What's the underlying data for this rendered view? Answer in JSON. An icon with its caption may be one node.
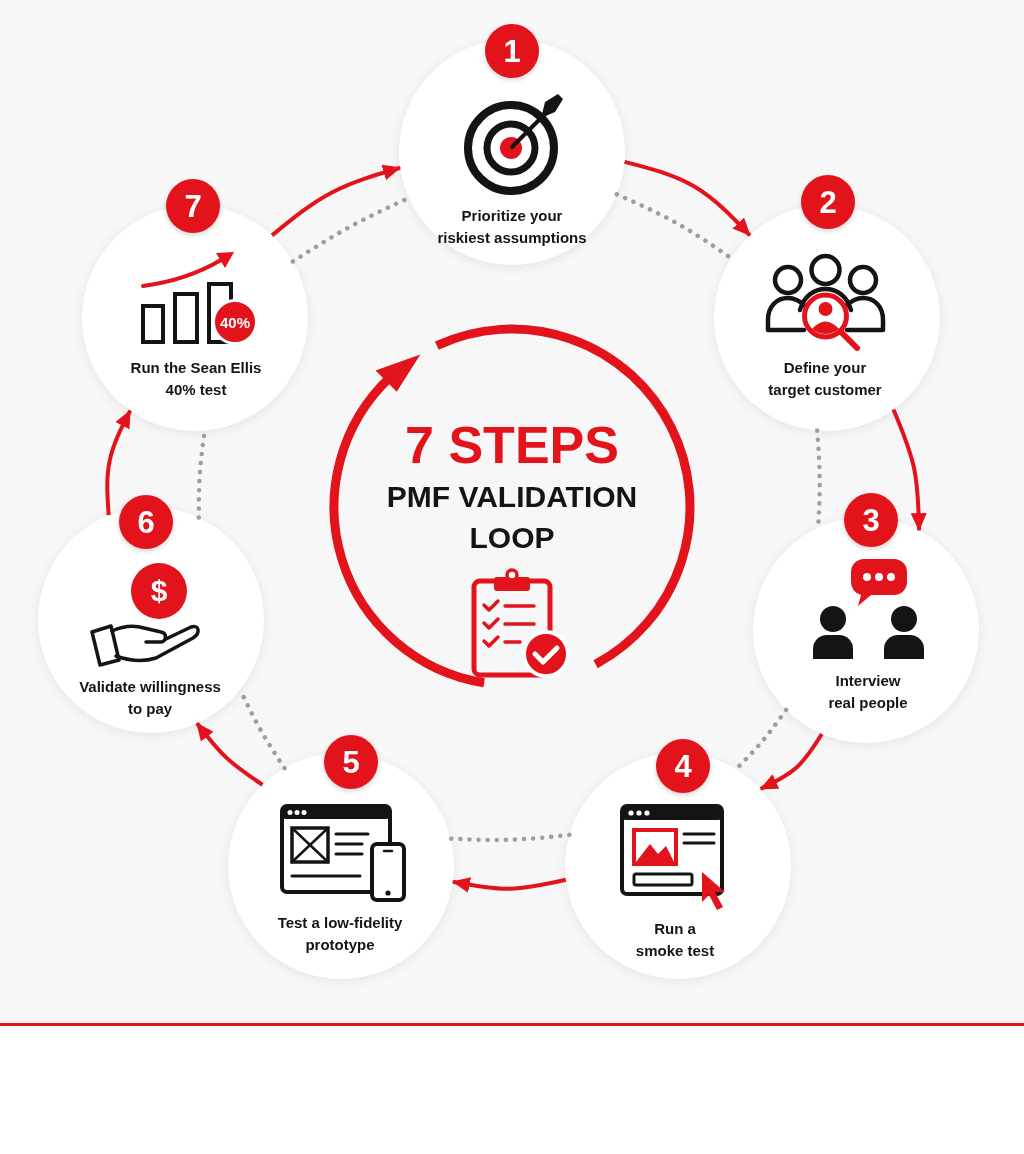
{
  "diagram": {
    "nodes": [
      {
        "text": [
          "1",
          "Prioritize your riskiest assumptions"
        ]
      },
      {
        "text": [
          "2",
          "Define your target customer"
        ]
      },
      {
        "text": [
          "3",
          "Interview real people"
        ]
      },
      {
        "text": [
          "4",
          "Run a smoke test"
        ]
      },
      {
        "text": [
          "5",
          "Test a low-fidelity prototype"
        ]
      },
      {
        "text": [
          "6",
          "$",
          "Validate willingness to pay"
        ]
      },
      {
        "text": [
          "7",
          "40%",
          "Run the Sean Ellis 40% test"
        ]
      },
      {
        "text": [
          "7 STEPS",
          "PMF VALIDATION LOOP"
        ]
      }
    ],
    "edges": [
      {
        "from": 0,
        "to": 1,
        "arrow": "to",
        "color": "#e3131b"
      },
      {
        "from": 1,
        "to": 2,
        "arrow": "to",
        "color": "#e3131b"
      },
      {
        "from": 2,
        "to": 3,
        "arrow": "to",
        "color": "#e3131b"
      },
      {
        "from": 3,
        "to": 4,
        "arrow": "to",
        "color": "#e3131b"
      },
      {
        "from": 4,
        "to": 5,
        "arrow": "to",
        "color": "#e3131b"
      },
      {
        "from": 5,
        "to": 6,
        "arrow": "to",
        "color": "#e3131b"
      },
      {
        "from": 6,
        "to": 0,
        "arrow": "to",
        "color": "#e3131b"
      },
      {
        "from": 0,
        "to": 1,
        "arrow": "none",
        "style": "dashed",
        "color": "#9e9e9e"
      },
      {
        "from": 1,
        "to": 2,
        "arrow": "none",
        "style": "dashed",
        "color": "#9e9e9e"
      },
      {
        "from": 2,
        "to": 3,
        "arrow": "none",
        "style": "dashed",
        "color": "#9e9e9e"
      },
      {
        "from": 3,
        "to": 4,
        "arrow": "none",
        "style": "dashed",
        "color": "#9e9e9e"
      },
      {
        "from": 4,
        "to": 5,
        "arrow": "none",
        "style": "dashed",
        "color": "#9e9e9e"
      },
      {
        "from": 5,
        "to": 6,
        "arrow": "none",
        "style": "dashed",
        "color": "#9e9e9e"
      },
      {
        "from": 6,
        "to": 0,
        "arrow": "none",
        "style": "dashed",
        "color": "#9e9e9e"
      }
    ]
  }
}
